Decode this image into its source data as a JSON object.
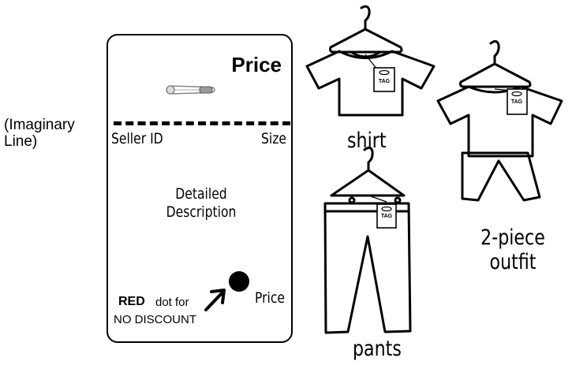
{
  "tag_card": {
    "price_heading": "Price",
    "seller_id": "Seller ID",
    "size": "Size",
    "detailed_description_line1": "Detailed",
    "detailed_description_line2": "Description",
    "dot_price": "Price",
    "red_word": "RED",
    "dot_for": "dot for",
    "no_discount": "NO DISCOUNT"
  },
  "imaginary_line": {
    "line1": "(Imaginary",
    "line2": "Line)"
  },
  "garments": {
    "shirt": {
      "caption": "shirt",
      "tag": "TAG"
    },
    "outfit": {
      "caption_line1": "2-piece",
      "caption_line2": "outfit",
      "tag": "TAG"
    },
    "pants": {
      "caption": "pants",
      "tag": "TAG"
    }
  }
}
